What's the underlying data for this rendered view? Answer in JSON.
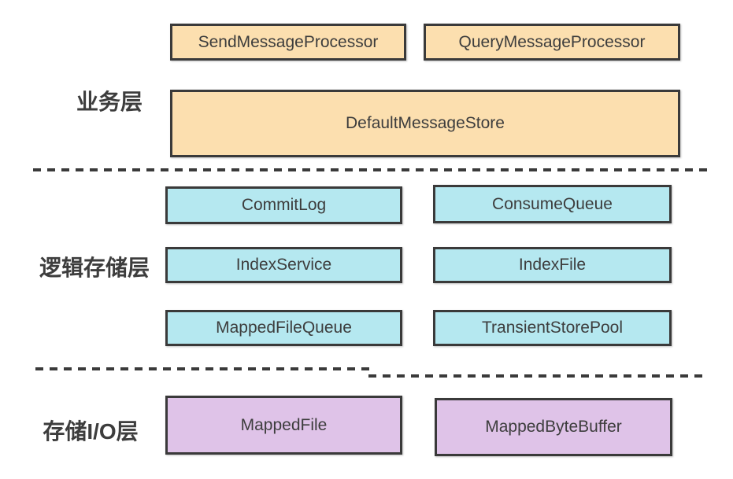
{
  "colors": {
    "background": "#ffffff",
    "border": "#3a3a3a",
    "text": "#3d3d3d",
    "business_fill": "#fcdfaf",
    "logical_fill": "#b5e8f0",
    "io_fill": "#dfc3e8"
  },
  "layers": [
    {
      "label": "业务层",
      "boxes": [
        {
          "label": "SendMessageProcessor"
        },
        {
          "label": "QueryMessageProcessor"
        },
        {
          "label": "DefaultMessageStore"
        }
      ]
    },
    {
      "label": "逻辑存储层",
      "boxes": [
        {
          "label": "CommitLog"
        },
        {
          "label": "ConsumeQueue"
        },
        {
          "label": "IndexService"
        },
        {
          "label": "IndexFile"
        },
        {
          "label": "MappedFileQueue"
        },
        {
          "label": "TransientStorePool"
        }
      ]
    },
    {
      "label": "存储I/O层",
      "boxes": [
        {
          "label": "MappedFile"
        },
        {
          "label": "MappedByteBuffer"
        }
      ]
    }
  ]
}
